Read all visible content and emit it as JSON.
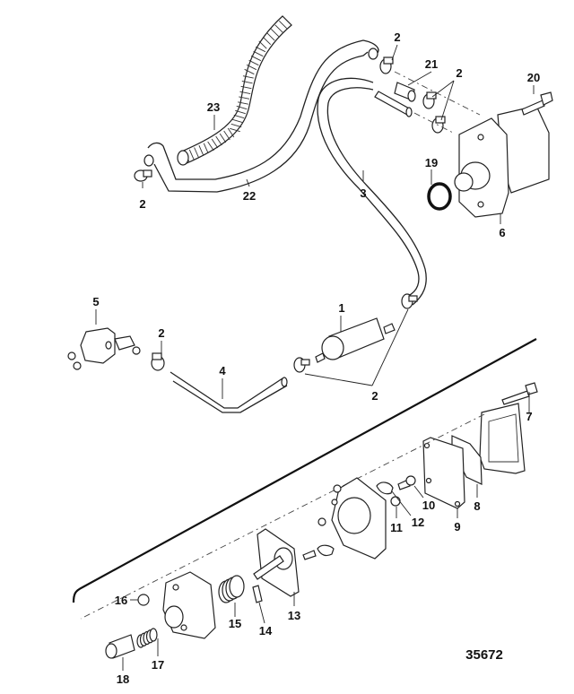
{
  "diagram": {
    "title": "",
    "reference_number": "35672",
    "callouts": [
      {
        "id": "c1",
        "label": "1",
        "part": "fuel-filter"
      },
      {
        "id": "c2a",
        "label": "2",
        "part": "hose-clamp"
      },
      {
        "id": "c2b",
        "label": "2",
        "part": "hose-clamp"
      },
      {
        "id": "c2c",
        "label": "2",
        "part": "hose-clamp"
      },
      {
        "id": "c2d",
        "label": "2",
        "part": "hose-clamp"
      },
      {
        "id": "c2e",
        "label": "2",
        "part": "hose-clamp"
      },
      {
        "id": "c3",
        "label": "3",
        "part": "fuel-hose"
      },
      {
        "id": "c4",
        "label": "4",
        "part": "fuel-hose"
      },
      {
        "id": "c5",
        "label": "5",
        "part": "fuel-connector"
      },
      {
        "id": "c6",
        "label": "6",
        "part": "fuel-pump"
      },
      {
        "id": "c7",
        "label": "7",
        "part": "screw"
      },
      {
        "id": "c8",
        "label": "8",
        "part": "diaphragm"
      },
      {
        "id": "c9",
        "label": "9",
        "part": "gasket"
      },
      {
        "id": "c10",
        "label": "10",
        "part": "screw"
      },
      {
        "id": "c11",
        "label": "11",
        "part": "nut"
      },
      {
        "id": "c12",
        "label": "12",
        "part": "check-valve"
      },
      {
        "id": "c13",
        "label": "13",
        "part": "diaphragm-plate"
      },
      {
        "id": "c14",
        "label": "14",
        "part": "pin"
      },
      {
        "id": "c15",
        "label": "15",
        "part": "spring"
      },
      {
        "id": "c16",
        "label": "16",
        "part": "nut"
      },
      {
        "id": "c17",
        "label": "17",
        "part": "spring"
      },
      {
        "id": "c18",
        "label": "18",
        "part": "plunger"
      },
      {
        "id": "c19",
        "label": "19",
        "part": "o-ring"
      },
      {
        "id": "c20",
        "label": "20",
        "part": "screw"
      },
      {
        "id": "c21",
        "label": "21",
        "part": "fitting"
      },
      {
        "id": "c22",
        "label": "22",
        "part": "fuel-hose"
      },
      {
        "id": "c23",
        "label": "23",
        "part": "corrugated-hose"
      }
    ]
  }
}
